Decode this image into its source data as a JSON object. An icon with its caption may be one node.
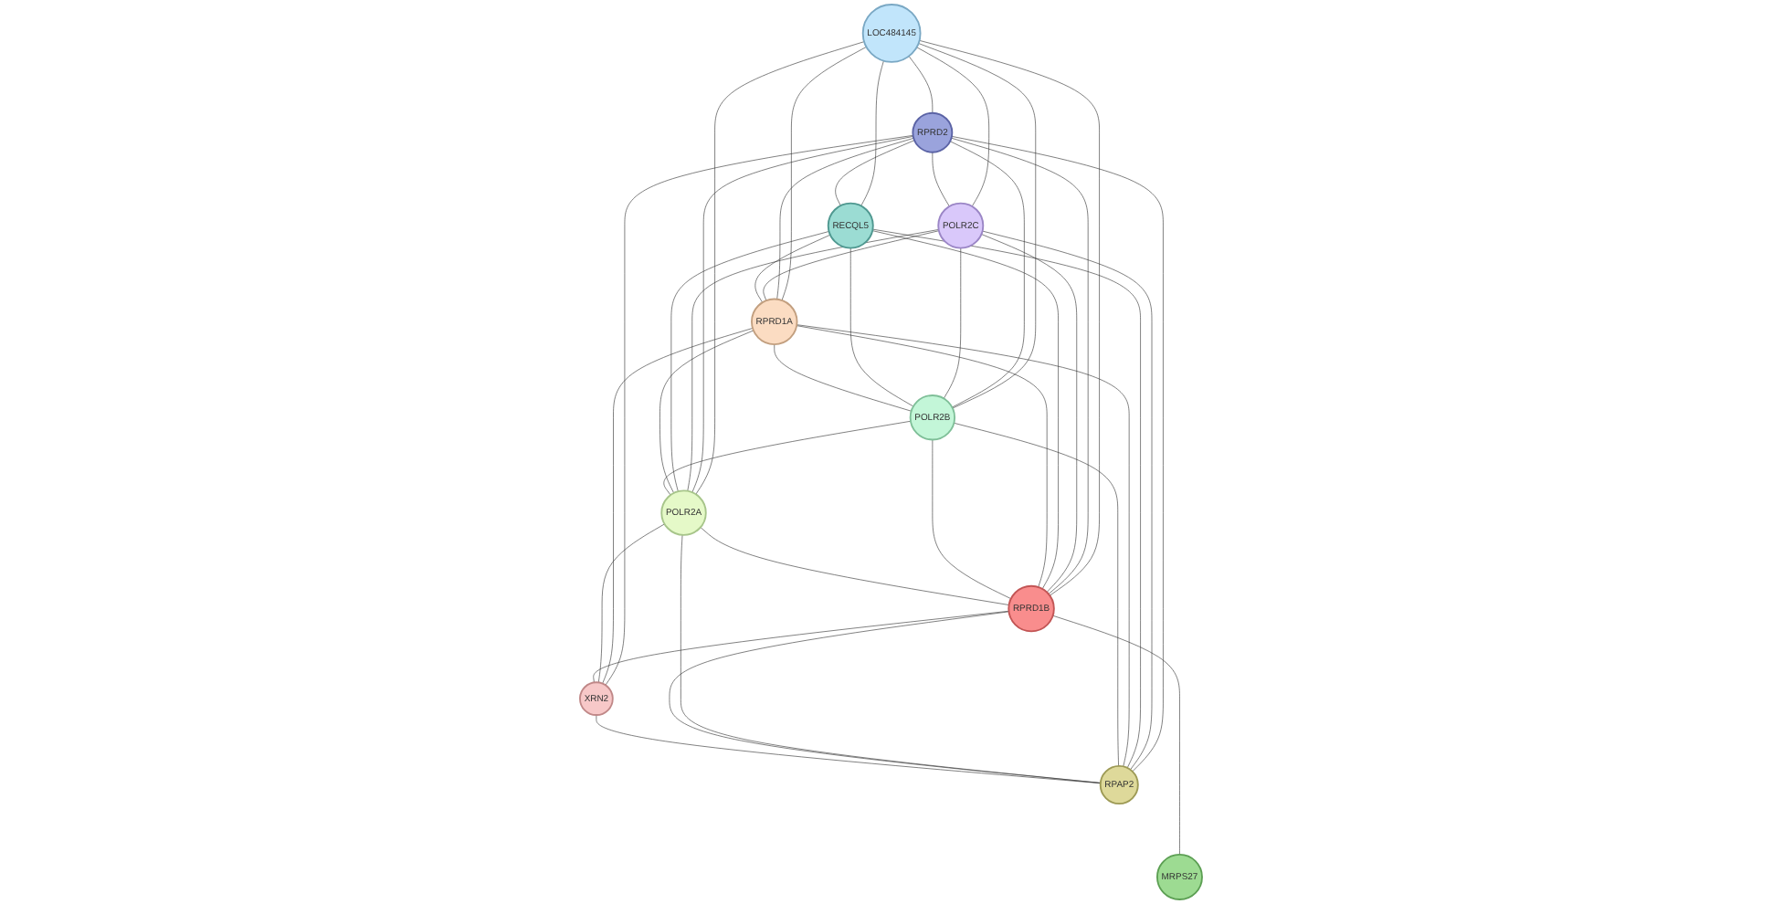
{
  "diagram": {
    "nodes": [
      {
        "text": [
          "LOC484145"
        ]
      },
      {
        "text": [
          "RPRD2"
        ]
      },
      {
        "text": [
          "POLR2C"
        ]
      },
      {
        "text": [
          "RECQL5"
        ]
      },
      {
        "text": [
          "RPRD1A"
        ]
      },
      {
        "text": [
          "POLR2B"
        ]
      },
      {
        "text": [
          "POLR2A"
        ]
      },
      {
        "text": [
          "RPRD1B"
        ]
      },
      {
        "text": [
          "XRN2"
        ]
      },
      {
        "text": [
          "RPAP2"
        ]
      },
      {
        "text": [
          "MRPS27"
        ]
      }
    ],
    "edges": [
      {
        "from": 0,
        "to": 1,
        "arrow": "none"
      },
      {
        "from": 0,
        "to": 3,
        "arrow": "none"
      },
      {
        "from": 0,
        "to": 2,
        "arrow": "none"
      },
      {
        "from": 0,
        "to": 5,
        "arrow": "none"
      },
      {
        "from": 0,
        "to": 4,
        "arrow": "none"
      },
      {
        "from": 0,
        "to": 6,
        "arrow": "none"
      },
      {
        "from": 0,
        "to": 7,
        "arrow": "none"
      },
      {
        "from": 1,
        "to": 3,
        "arrow": "none"
      },
      {
        "from": 1,
        "to": 2,
        "arrow": "none"
      },
      {
        "from": 1,
        "to": 4,
        "arrow": "none"
      },
      {
        "from": 1,
        "to": 5,
        "arrow": "none"
      },
      {
        "from": 1,
        "to": 6,
        "arrow": "none"
      },
      {
        "from": 1,
        "to": 7,
        "arrow": "none"
      },
      {
        "from": 1,
        "to": 8,
        "arrow": "none"
      },
      {
        "from": 1,
        "to": 9,
        "arrow": "none"
      },
      {
        "from": 2,
        "to": 4,
        "arrow": "none"
      },
      {
        "from": 2,
        "to": 5,
        "arrow": "none"
      },
      {
        "from": 2,
        "to": 6,
        "arrow": "none"
      },
      {
        "from": 2,
        "to": 7,
        "arrow": "none"
      },
      {
        "from": 2,
        "to": 9,
        "arrow": "none"
      },
      {
        "from": 3,
        "to": 4,
        "arrow": "none"
      },
      {
        "from": 3,
        "to": 5,
        "arrow": "none"
      },
      {
        "from": 3,
        "to": 6,
        "arrow": "none"
      },
      {
        "from": 3,
        "to": 7,
        "arrow": "none"
      },
      {
        "from": 3,
        "to": 9,
        "arrow": "none"
      },
      {
        "from": 4,
        "to": 5,
        "arrow": "none"
      },
      {
        "from": 4,
        "to": 6,
        "arrow": "none"
      },
      {
        "from": 4,
        "to": 7,
        "arrow": "none"
      },
      {
        "from": 4,
        "to": 8,
        "arrow": "none"
      },
      {
        "from": 4,
        "to": 9,
        "arrow": "none"
      },
      {
        "from": 5,
        "to": 6,
        "arrow": "none"
      },
      {
        "from": 5,
        "to": 7,
        "arrow": "none"
      },
      {
        "from": 5,
        "to": 9,
        "arrow": "none"
      },
      {
        "from": 6,
        "to": 7,
        "arrow": "none"
      },
      {
        "from": 6,
        "to": 8,
        "arrow": "none"
      },
      {
        "from": 6,
        "to": 9,
        "arrow": "none"
      },
      {
        "from": 7,
        "to": 8,
        "arrow": "none"
      },
      {
        "from": 7,
        "to": 9,
        "arrow": "none"
      },
      {
        "from": 7,
        "to": 10,
        "arrow": "none"
      },
      {
        "from": 8,
        "to": 9,
        "arrow": "none"
      }
    ]
  }
}
